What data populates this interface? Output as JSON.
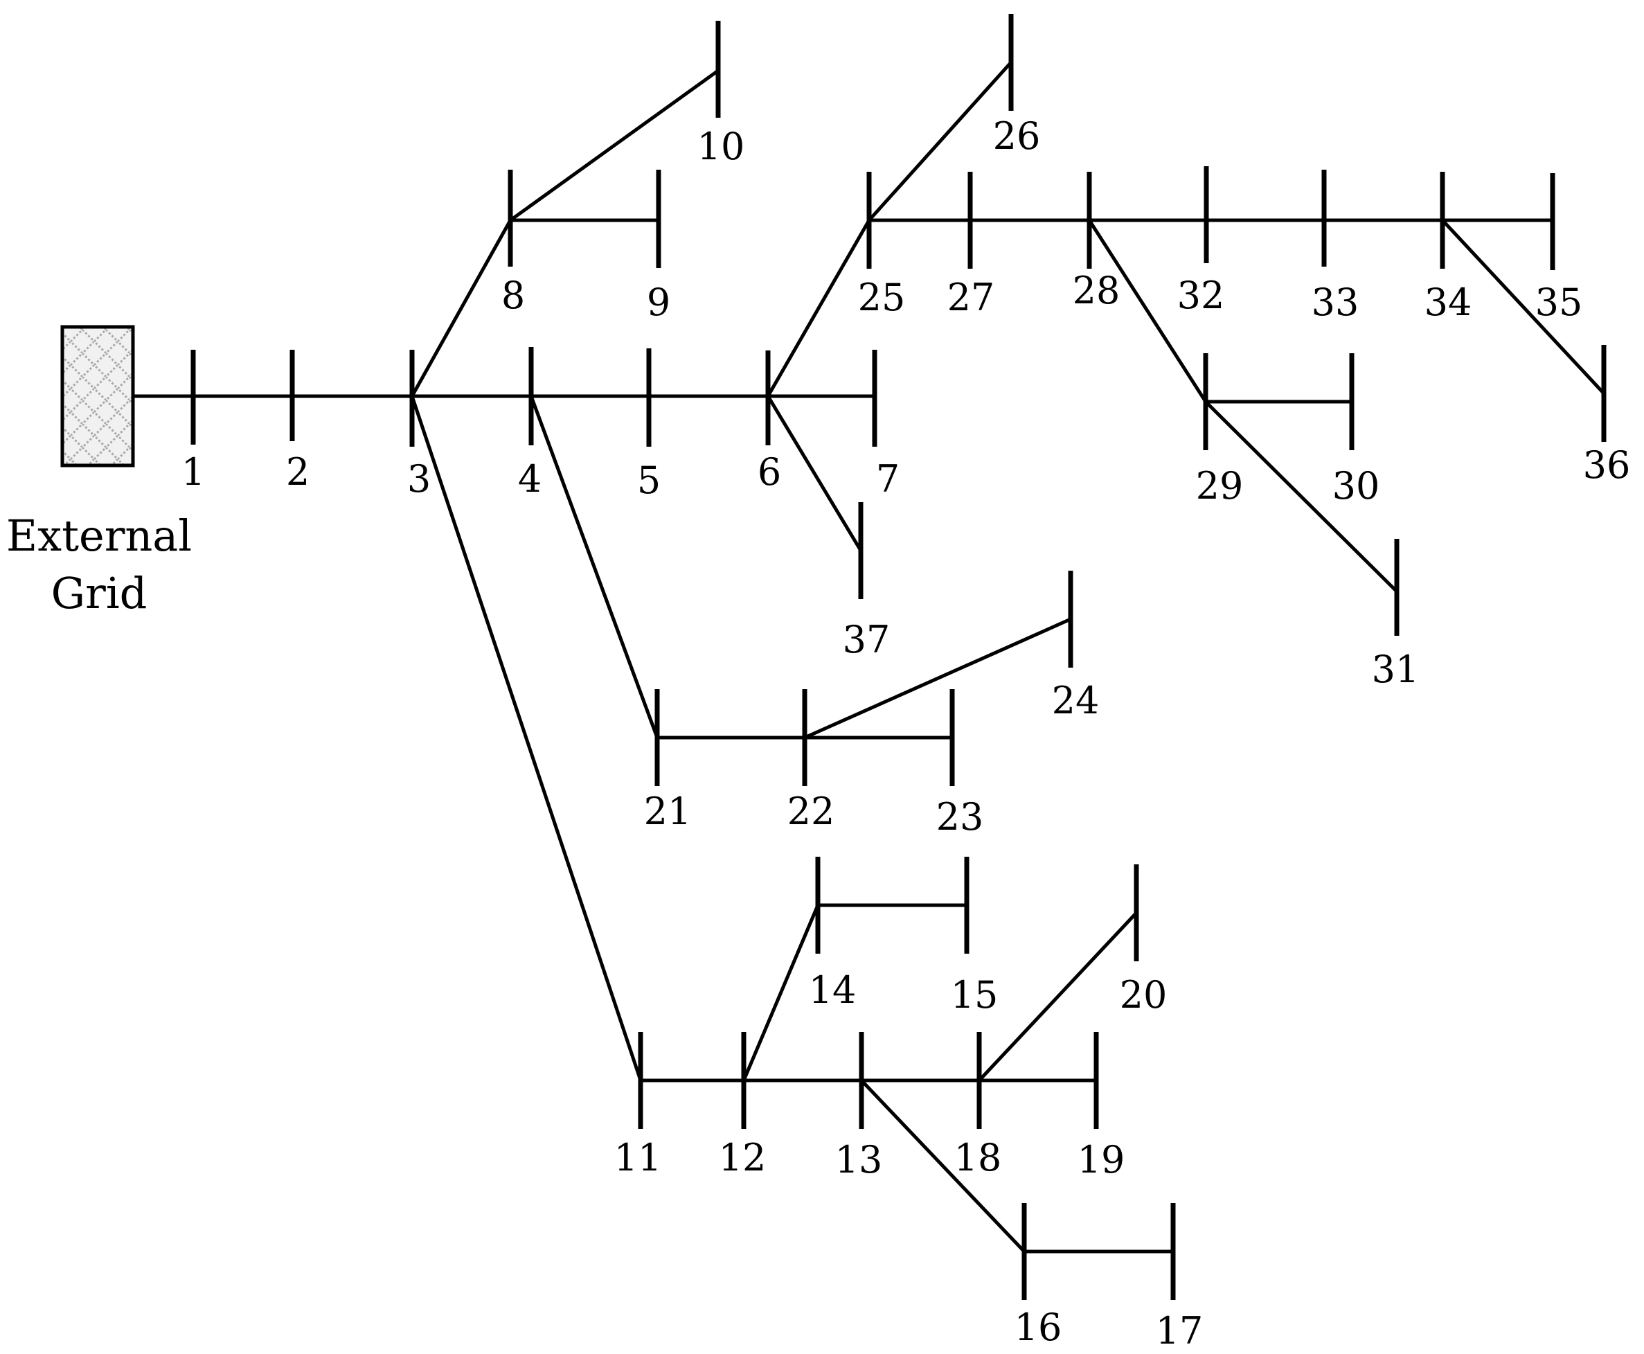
{
  "external_grid": {
    "label_line1": "External",
    "label_line2": "Grid"
  },
  "buses": [
    {
      "id": "1",
      "label": "1"
    },
    {
      "id": "2",
      "label": "2"
    },
    {
      "id": "3",
      "label": "3"
    },
    {
      "id": "4",
      "label": "4"
    },
    {
      "id": "5",
      "label": "5"
    },
    {
      "id": "6",
      "label": "6"
    },
    {
      "id": "7",
      "label": "7"
    },
    {
      "id": "8",
      "label": "8"
    },
    {
      "id": "9",
      "label": "9"
    },
    {
      "id": "10",
      "label": "10"
    },
    {
      "id": "11",
      "label": "11"
    },
    {
      "id": "12",
      "label": "12"
    },
    {
      "id": "13",
      "label": "13"
    },
    {
      "id": "14",
      "label": "14"
    },
    {
      "id": "15",
      "label": "15"
    },
    {
      "id": "16",
      "label": "16"
    },
    {
      "id": "17",
      "label": "17"
    },
    {
      "id": "18",
      "label": "18"
    },
    {
      "id": "19",
      "label": "19"
    },
    {
      "id": "20",
      "label": "20"
    },
    {
      "id": "21",
      "label": "21"
    },
    {
      "id": "22",
      "label": "22"
    },
    {
      "id": "23",
      "label": "23"
    },
    {
      "id": "24",
      "label": "24"
    },
    {
      "id": "25",
      "label": "25"
    },
    {
      "id": "26",
      "label": "26"
    },
    {
      "id": "27",
      "label": "27"
    },
    {
      "id": "28",
      "label": "28"
    },
    {
      "id": "29",
      "label": "29"
    },
    {
      "id": "30",
      "label": "30"
    },
    {
      "id": "31",
      "label": "31"
    },
    {
      "id": "32",
      "label": "32"
    },
    {
      "id": "33",
      "label": "33"
    },
    {
      "id": "34",
      "label": "34"
    },
    {
      "id": "35",
      "label": "35"
    },
    {
      "id": "36",
      "label": "36"
    },
    {
      "id": "37",
      "label": "37"
    }
  ],
  "lines": [
    [
      "grid",
      "1"
    ],
    [
      "1",
      "2"
    ],
    [
      "2",
      "3"
    ],
    [
      "3",
      "4"
    ],
    [
      "4",
      "5"
    ],
    [
      "5",
      "6"
    ],
    [
      "6",
      "7"
    ],
    [
      "3",
      "8"
    ],
    [
      "8",
      "9"
    ],
    [
      "8",
      "10"
    ],
    [
      "3",
      "11"
    ],
    [
      "11",
      "12"
    ],
    [
      "12",
      "13"
    ],
    [
      "12",
      "14"
    ],
    [
      "14",
      "15"
    ],
    [
      "13",
      "16"
    ],
    [
      "16",
      "17"
    ],
    [
      "13",
      "18"
    ],
    [
      "18",
      "19"
    ],
    [
      "18",
      "20"
    ],
    [
      "4",
      "21"
    ],
    [
      "21",
      "22"
    ],
    [
      "22",
      "23"
    ],
    [
      "22",
      "24"
    ],
    [
      "6",
      "25"
    ],
    [
      "25",
      "26"
    ],
    [
      "25",
      "27"
    ],
    [
      "27",
      "28"
    ],
    [
      "28",
      "29"
    ],
    [
      "29",
      "30"
    ],
    [
      "29",
      "31"
    ],
    [
      "28",
      "32"
    ],
    [
      "32",
      "33"
    ],
    [
      "33",
      "34"
    ],
    [
      "34",
      "35"
    ],
    [
      "34",
      "36"
    ],
    [
      "6",
      "37"
    ]
  ]
}
